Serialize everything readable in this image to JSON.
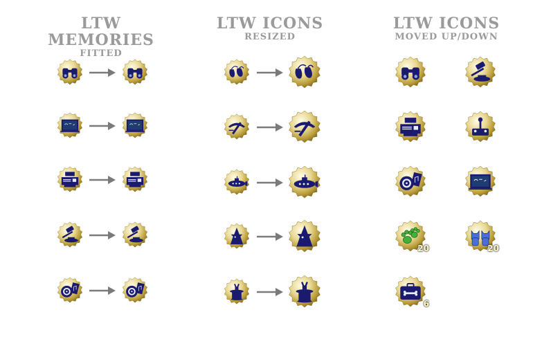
{
  "columns": [
    {
      "title": "LTW MEMORIES",
      "subtitle": "FITTED"
    },
    {
      "title": "LTW ICONS",
      "subtitle": "RESIZED"
    },
    {
      "title": "LTW ICONS",
      "subtitle": "MOVED UP/DOWN"
    }
  ],
  "icons": {
    "binoculars": "binoculars-icon",
    "chalkboard": "chalkboard-icon",
    "printer": "printer-icon",
    "gavel": "gavel-icon",
    "music": "vinyl-record-icon",
    "slippers": "ballet-slippers-icon",
    "pickaxe": "pickaxe-icon",
    "submarine": "submarine-icon",
    "witch": "witch-icon",
    "magic_hat": "magic-hat-icon",
    "joystick": "joystick-icon",
    "paws": "paw-prints-icon",
    "cats": "cats-icon",
    "pet_case": "pet-carrier-icon"
  },
  "badges": {
    "paws_count": "20",
    "cats_count": "20",
    "pet_case_count": "6"
  },
  "colors": {
    "heading": "#9a9a9a",
    "icon": "#1a1a6e",
    "badge_gold": "#d9c46a",
    "arrow": "#7a7a7a",
    "paw_green": "#3fb23a",
    "cat_blue": "#4a6fd6"
  }
}
